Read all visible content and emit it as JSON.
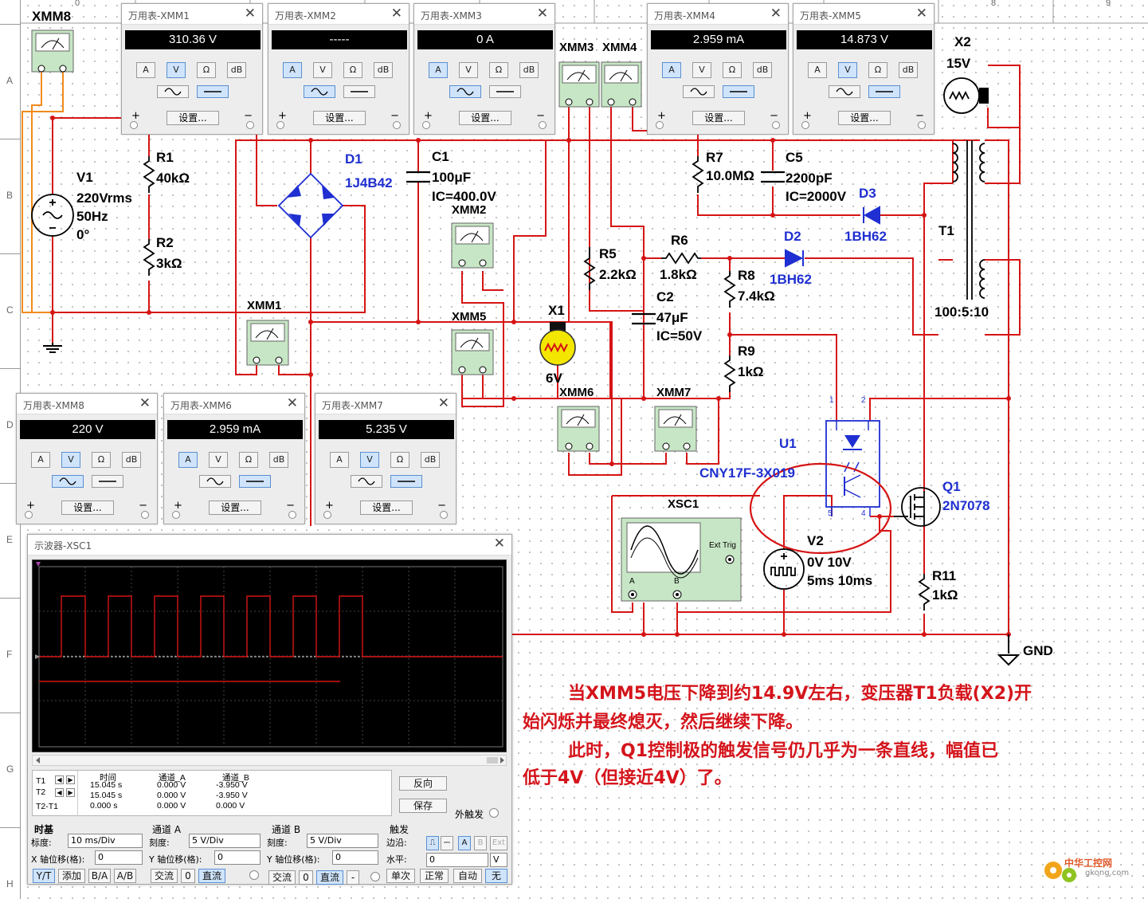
{
  "ruler": {
    "cols": [
      "0",
      "8",
      "9"
    ],
    "rows": [
      "A",
      "B",
      "C",
      "D",
      "E",
      "F",
      "G",
      "H"
    ]
  },
  "multimeters": [
    {
      "title": "万用表-XMM1",
      "value": "310.36 V",
      "mode": "V",
      "wave": "dc"
    },
    {
      "title": "万用表-XMM2",
      "value": "-----",
      "mode": "A",
      "wave": "ac"
    },
    {
      "title": "万用表-XMM3",
      "value": "0 A",
      "mode": "A",
      "wave": "ac"
    },
    {
      "title": "万用表-XMM4",
      "value": "2.959 mA",
      "mode": "A",
      "wave": "dc"
    },
    {
      "title": "万用表-XMM5",
      "value": "14.873 V",
      "mode": "V",
      "wave": "dc"
    },
    {
      "title": "万用表-XMM8",
      "value": "220 V",
      "mode": "V",
      "wave": "ac"
    },
    {
      "title": "万用表-XMM6",
      "value": "2.959 mA",
      "mode": "A",
      "wave": "dc"
    },
    {
      "title": "万用表-XMM7",
      "value": "5.235 V",
      "mode": "V",
      "wave": "dc"
    }
  ],
  "mm_buttons": {
    "a": "A",
    "v": "V",
    "ohm": "Ω",
    "db": "dB",
    "settings": "设置...",
    "plus": "+",
    "minus": "−"
  },
  "components": {
    "xmm8": "XMM8",
    "v1": [
      "V1",
      "220Vrms",
      "50Hz",
      "0°"
    ],
    "r1": [
      "R1",
      "40kΩ"
    ],
    "r2": [
      "R2",
      "3kΩ"
    ],
    "d1": [
      "D1",
      "1J4B42"
    ],
    "c1": [
      "C1",
      "100μF",
      "IC=400.0V"
    ],
    "xmm3": "XMM3",
    "xmm4": "XMM4",
    "xmm2": "XMM2",
    "r5": [
      "R5",
      "2.2kΩ"
    ],
    "r6": [
      "R6",
      "1.8kΩ"
    ],
    "c2": [
      "C2",
      "47μF",
      "IC=50V"
    ],
    "r7": [
      "R7",
      "10.0MΩ"
    ],
    "c5": [
      "C5",
      "2200pF",
      "IC=2000V"
    ],
    "d3": [
      "D3",
      "1BH62"
    ],
    "d2": [
      "D2",
      "1BH62"
    ],
    "r8": [
      "R8",
      "7.4kΩ"
    ],
    "r9": [
      "R9",
      "1kΩ"
    ],
    "x2": [
      "X2",
      "15V"
    ],
    "t1": [
      "T1",
      "100:5:10"
    ],
    "xmm1": "XMM1",
    "xmm5": "XMM5",
    "x1": [
      "X1",
      "6V"
    ],
    "xmm6": "XMM6",
    "xmm7": "XMM7",
    "u1": [
      "U1",
      "CNY17F-3X019"
    ],
    "q1": [
      "Q1",
      "2N7078"
    ],
    "xsc1": "XSC1",
    "xsc1_exttrig": "Ext Trig",
    "v2": [
      "V2",
      "0V 10V",
      "5ms 10ms"
    ],
    "r11": [
      "R11",
      "1kΩ"
    ],
    "gnd": "GND",
    "u1_pins": [
      "1",
      "2",
      "5",
      "4"
    ],
    "xsc_ab": [
      "A",
      "B"
    ]
  },
  "note": {
    "line1": "当XMM5电压下降到约14.9V左右，变压器T1负载(X2)开",
    "line2": "始闪烁并最终熄灭，然后继续下降。",
    "line3": "此时，Q1控制极的触发信号仍几乎为一条直线，幅值已",
    "line4": "低于4V（但接近4V）了。"
  },
  "oscilloscope": {
    "title": "示波器-XSC1",
    "meas_headers": [
      "时间",
      "通道_A",
      "通道_B"
    ],
    "rows": [
      {
        "label": "T1",
        "time": "15.045 s",
        "a": "0.000 V",
        "b": "-3.950 V"
      },
      {
        "label": "T2",
        "time": "15.045 s",
        "a": "0.000 V",
        "b": "-3.950 V"
      },
      {
        "label": "T2-T1",
        "time": "0.000 s",
        "a": "0.000 V",
        "b": "0.000 V"
      }
    ],
    "reverse": "反向",
    "save": "保存",
    "ext_trigger": "外触发",
    "timebase": {
      "title": "时基",
      "scale_label": "标度:",
      "scale": "10 ms/Div",
      "xpos_label": "X 轴位移(格):",
      "xpos": "0",
      "yt": "Y/T",
      "add": "添加",
      "ba": "B/A",
      "ab": "A/B"
    },
    "channel_a": {
      "title": "通道 A",
      "scale_label": "刻度:",
      "scale": "5 V/Div",
      "ypos_label": "Y 轴位移(格):",
      "ypos": "0",
      "ac": "交流",
      "zero": "0",
      "dc": "直流"
    },
    "channel_b": {
      "title": "通道 B",
      "scale_label": "刻度:",
      "scale": "5 V/Div",
      "ypos_label": "Y 轴位移(格):",
      "ypos": "0",
      "ac": "交流",
      "zero": "0",
      "dc": "直流",
      "minus": "-"
    },
    "trigger": {
      "title": "触发",
      "edge_label": "边沿:",
      "edge_a": "A",
      "edge_b": "B",
      "edge_ext": "Ext",
      "level_label": "水平:",
      "level": "0",
      "level_unit": "V",
      "single": "单次",
      "normal": "正常",
      "auto": "自动",
      "none": "无"
    }
  },
  "watermark": {
    "text": "中华工控网",
    "sub": "gkong.com"
  }
}
